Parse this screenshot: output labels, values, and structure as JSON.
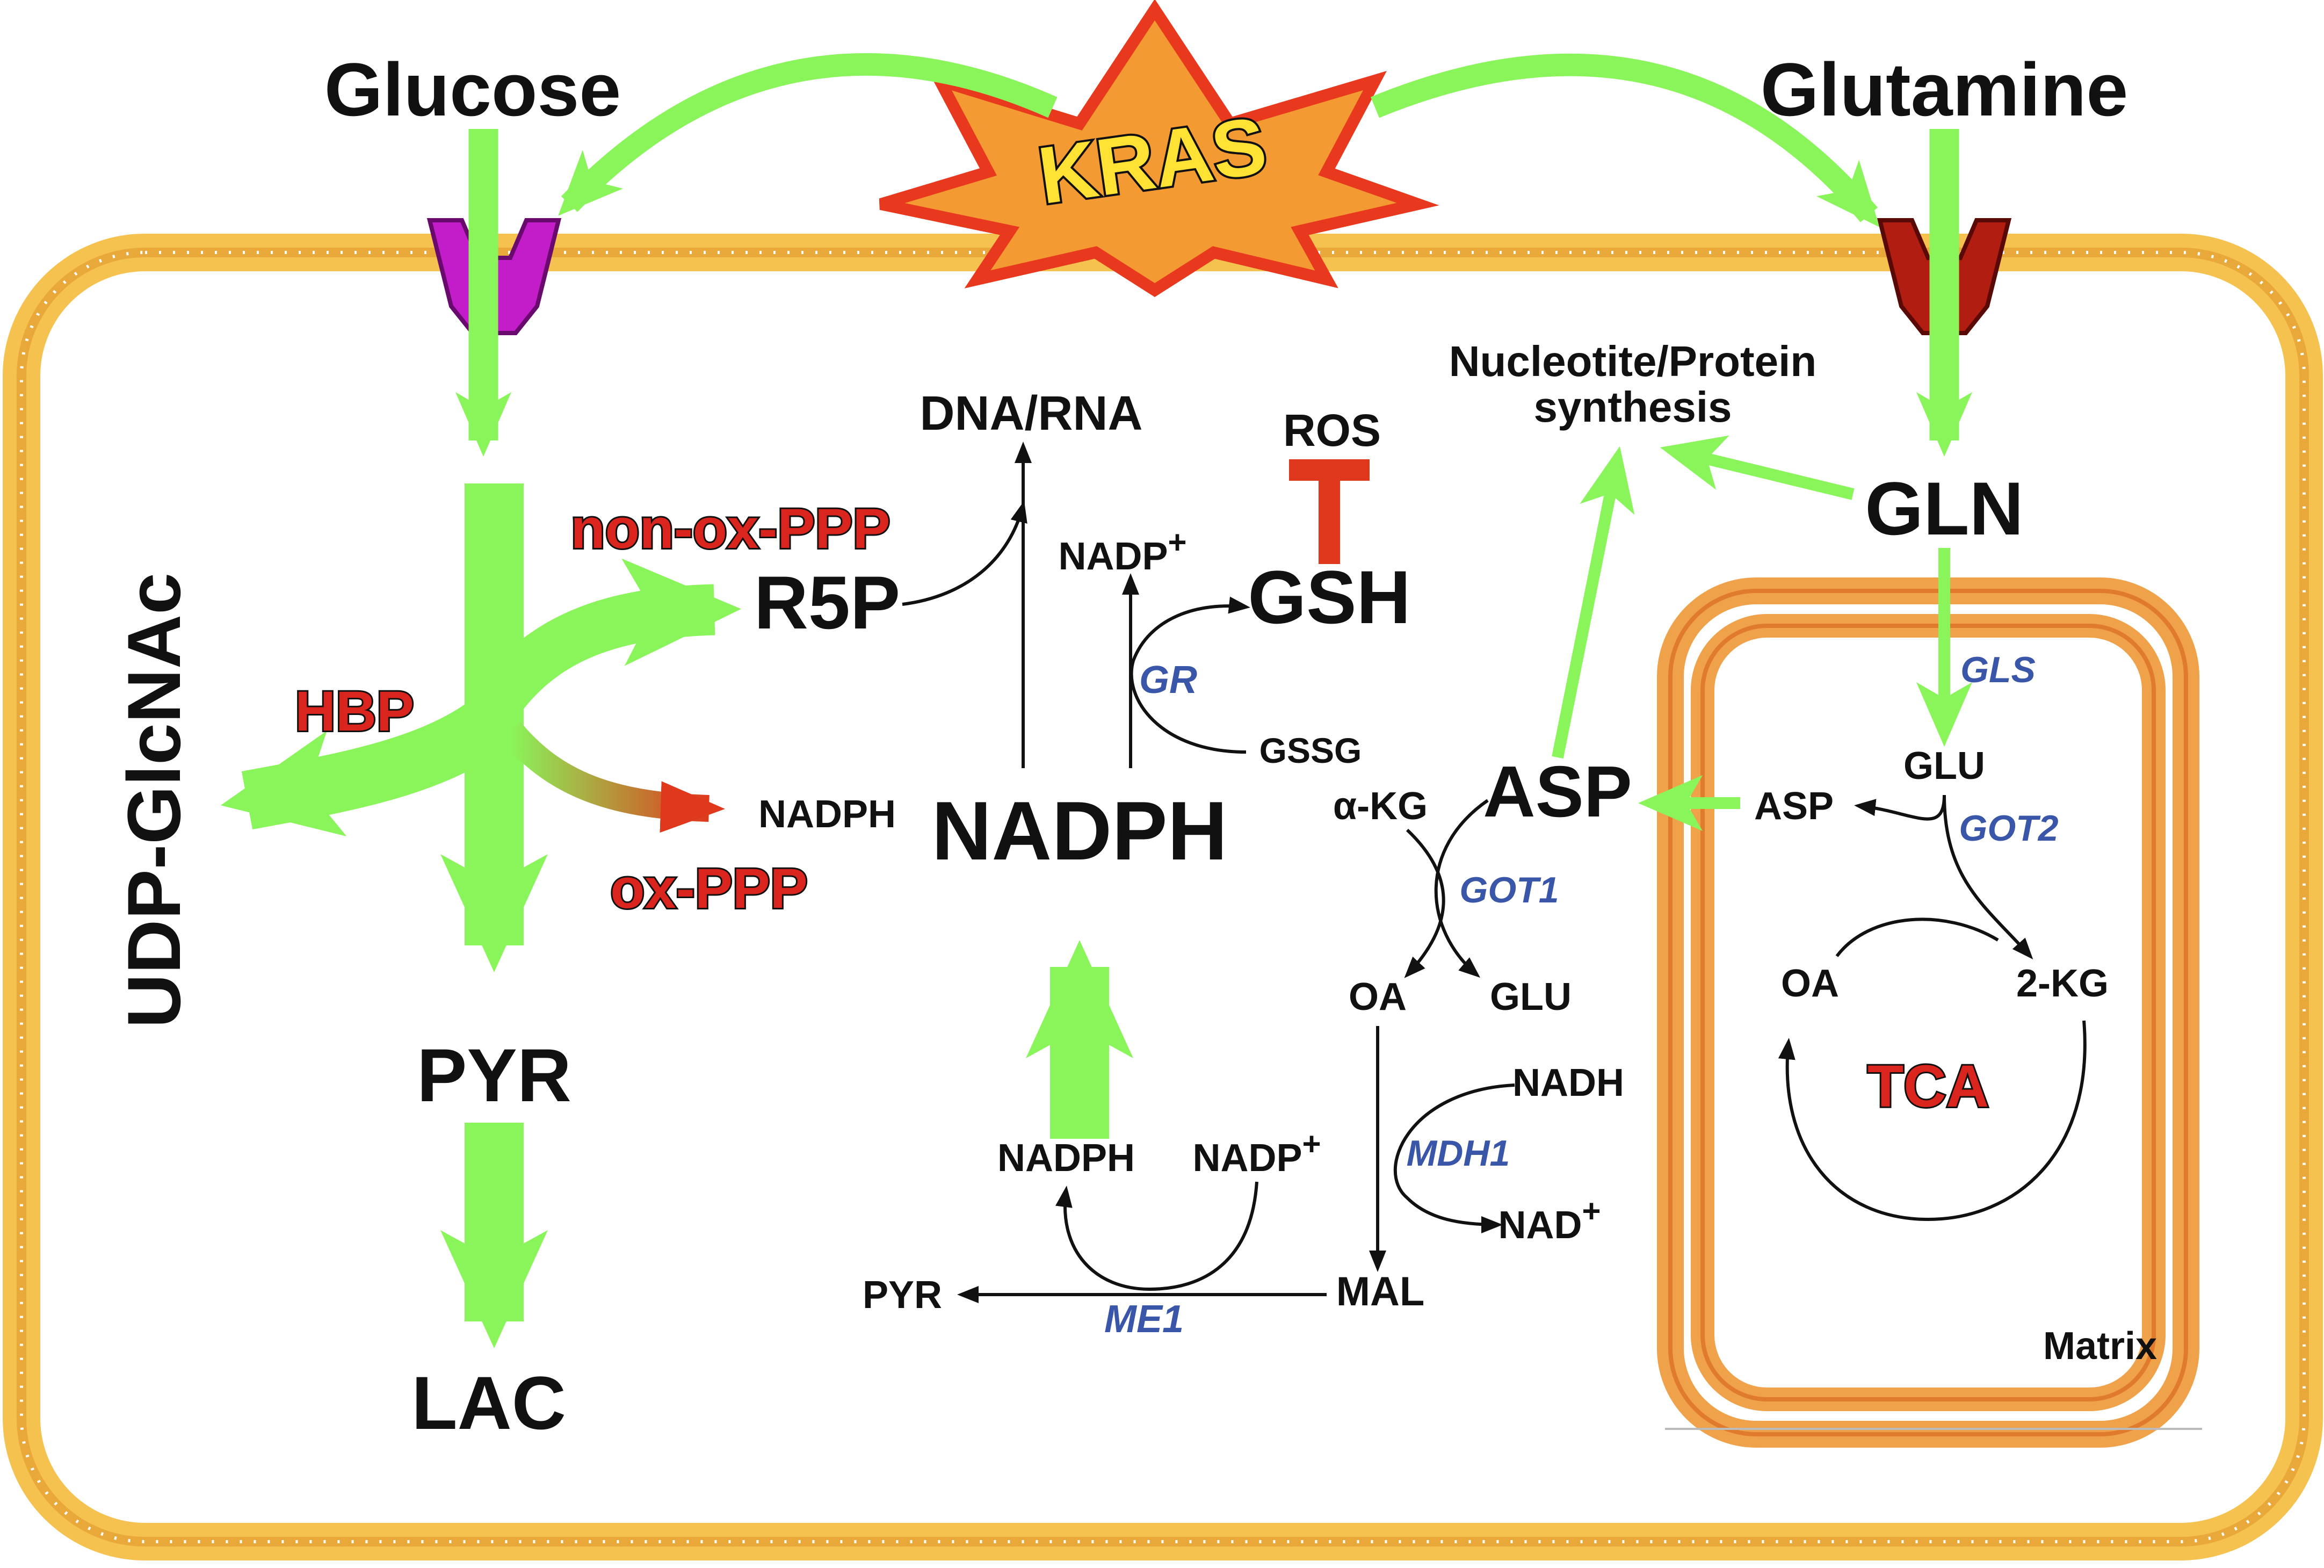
{
  "labels": {
    "glucose": "Glucose",
    "glutamine": "Glutamine",
    "kras": "KRAS",
    "udp_glcnac": "UDP-GlcNAc",
    "hbp": "HBP",
    "non_ox_ppp": "non-ox-PPP",
    "ox_ppp": "ox-PPP",
    "r5p": "R5P",
    "nadph_ppp": "NADPH",
    "pyr": "PYR",
    "lac": "LAC",
    "dna_rna": "DNA/RNA",
    "nadph_main": "NADPH",
    "ros": "ROS",
    "gsh": "GSH",
    "nadp_gr": "NADP",
    "gssg": "GSSG",
    "gr": "GR",
    "nucleotide_line1": "Nucleotite/Protein",
    "nucleotide_line2": "synthesis",
    "gln": "GLN",
    "asp_cyto": "ASP",
    "akg": "α-KG",
    "got1": "GOT1",
    "oa_cyto": "OA",
    "glu_cyto": "GLU",
    "nadh": "NADH",
    "mdh1": "MDH1",
    "nad": "NAD",
    "mal": "MAL",
    "me1": "ME1",
    "pyr_me1": "PYR",
    "nadph_me1": "NADPH",
    "nadp_me1": "NADP",
    "gls": "GLS",
    "glu_mito": "GLU",
    "asp_mito": "ASP",
    "got2": "GOT2",
    "oa_mito": "OA",
    "two_kg": "2-KG",
    "tca": "TCA",
    "matrix": "Matrix",
    "plus": "+"
  },
  "colors": {
    "membrane": "#f3b84a",
    "green_flux": "#8af55b",
    "enzyme_text": "#3a56a8",
    "pathway_red": "#d9251d",
    "kras_star_fill": "#f39a32",
    "kras_star_outline": "#e8391f",
    "glut_transporter": "#c21dc8",
    "gln_transporter": "#b21d12"
  },
  "icons": {
    "glucose_transporter": "transporter-icon",
    "glutamine_transporter": "transporter-icon",
    "kras": "starburst-icon"
  }
}
